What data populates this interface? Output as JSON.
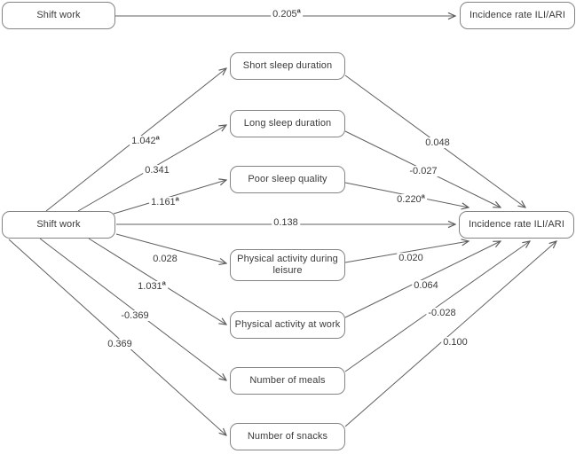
{
  "figure": {
    "type": "path-diagram",
    "colors": {
      "line": "#5f5f5f",
      "box_border": "#848484",
      "text": "#3b3b3b",
      "background": "#ffffff"
    },
    "top_section": {
      "source_label": "Shift work",
      "target_label": "Incidence rate ILI/ARI",
      "path": {
        "coefficient": "0.205",
        "sup": "a"
      }
    },
    "main_section": {
      "source_label": "Shift work",
      "target_label": "Incidence rate ILI/ARI",
      "direct_path": {
        "coefficient": "0.138",
        "sup": ""
      },
      "mediators": [
        {
          "label_line1": "Short sleep duration",
          "label_line2": "",
          "a": {
            "coefficient": "1.042",
            "sup": "a"
          },
          "b": {
            "coefficient": "0.048",
            "sup": ""
          }
        },
        {
          "label_line1": "Long sleep duration",
          "label_line2": "",
          "a": {
            "coefficient": "0.341",
            "sup": ""
          },
          "b": {
            "coefficient": "-0.027",
            "sup": ""
          }
        },
        {
          "label_line1": "Poor sleep quality",
          "label_line2": "",
          "a": {
            "coefficient": "1.161",
            "sup": "a"
          },
          "b": {
            "coefficient": "0.220",
            "sup": "a"
          }
        },
        {
          "label_line1": "Physical activity during",
          "label_line2": "leisure",
          "a": {
            "coefficient": "0.028",
            "sup": ""
          },
          "b": {
            "coefficient": "0.020",
            "sup": ""
          }
        },
        {
          "label_line1": "Physical activity at work",
          "label_line2": "",
          "a": {
            "coefficient": "1.031",
            "sup": "a"
          },
          "b": {
            "coefficient": "0.064",
            "sup": ""
          }
        },
        {
          "label_line1": "Number of meals",
          "label_line2": "",
          "a": {
            "coefficient": "-0.369",
            "sup": ""
          },
          "b": {
            "coefficient": "-0.028",
            "sup": ""
          }
        },
        {
          "label_line1": "Number of snacks",
          "label_line2": "",
          "a": {
            "coefficient": "0.369",
            "sup": ""
          },
          "b": {
            "coefficient": "0.100",
            "sup": ""
          }
        }
      ]
    }
  }
}
